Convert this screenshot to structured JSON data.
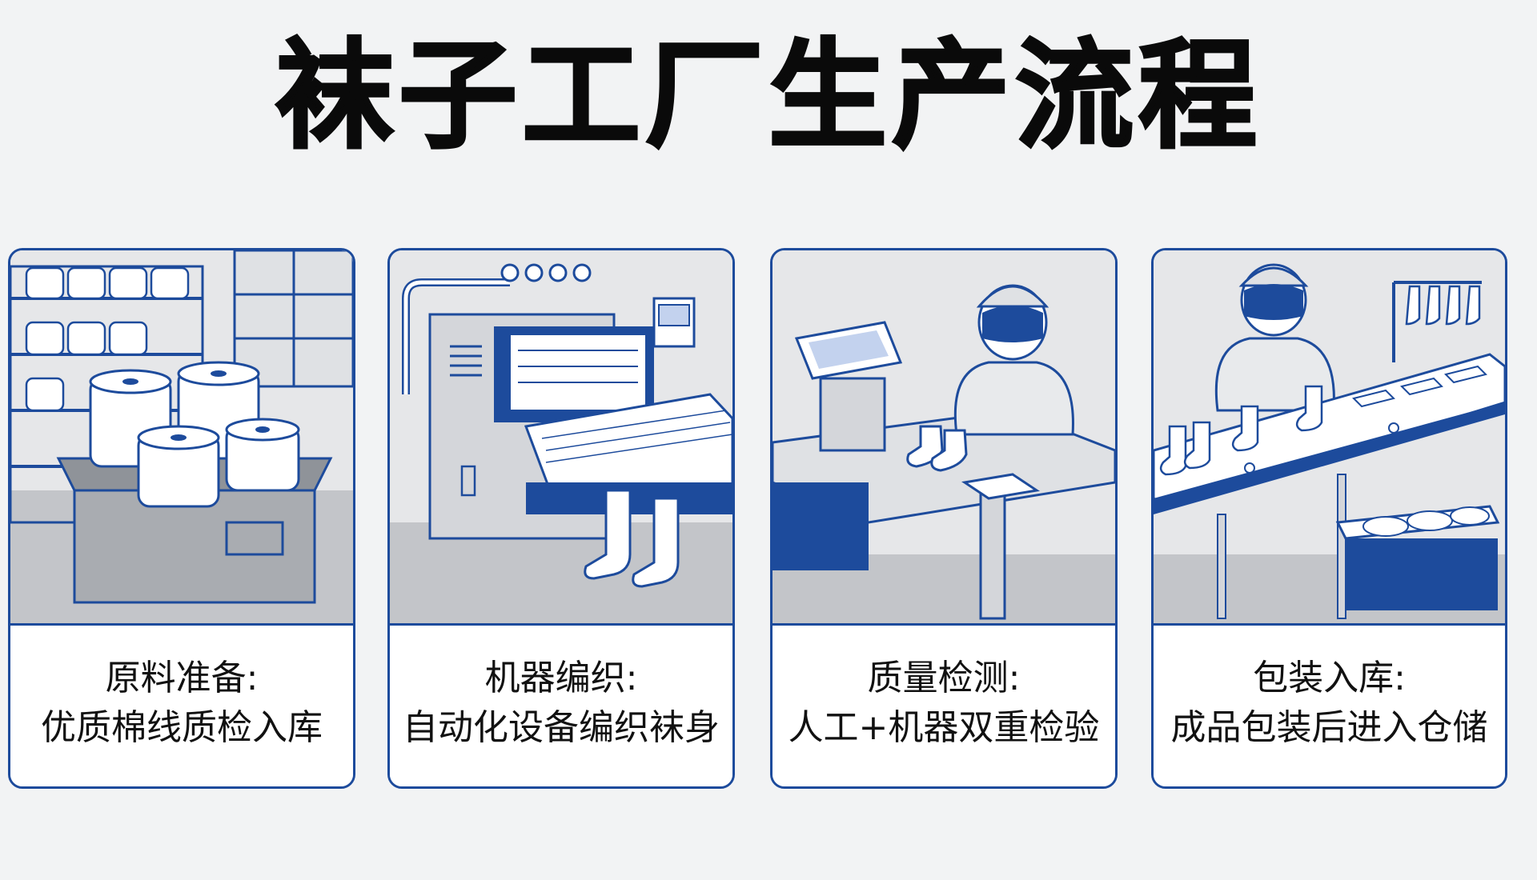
{
  "title": "袜子工厂生产流程",
  "steps": [
    {
      "title": "原料准备:",
      "desc": "优质棉线质检入库",
      "illustration": "yarn-storage"
    },
    {
      "title": "机器编织:",
      "desc": "自动化设备编织袜身",
      "illustration": "knitting-machine"
    },
    {
      "title": "质量检测:",
      "desc": "人工+机器双重检验",
      "illustration": "quality-inspection"
    },
    {
      "title": "包装入库:",
      "desc": "成品包装后进入仓储",
      "illustration": "packaging-conveyor"
    }
  ],
  "colors": {
    "accent": "#1d4b9c",
    "background": "#f2f3f4",
    "gray": "#b9bcc1"
  }
}
